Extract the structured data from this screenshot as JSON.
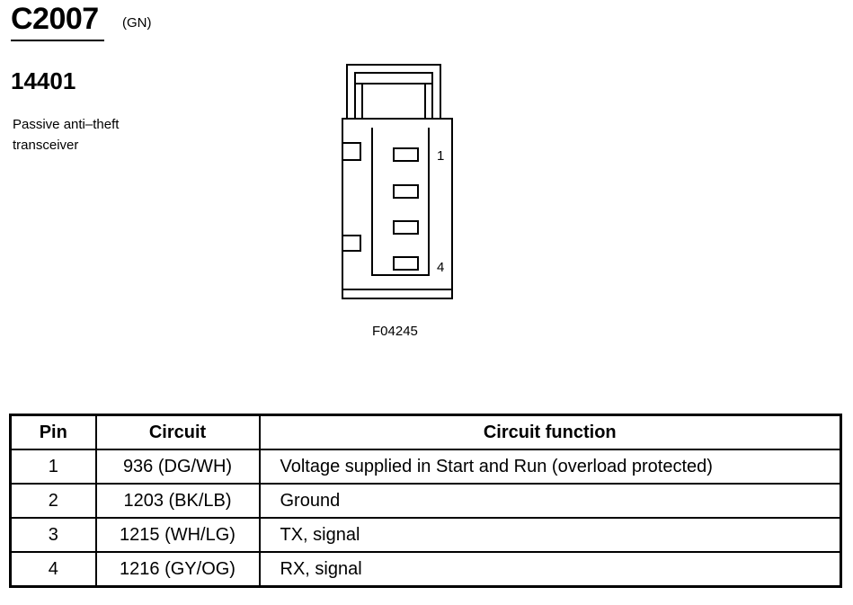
{
  "connector": {
    "id": "C2007",
    "color": "(GN)",
    "part_number": "14401",
    "description_line1": "Passive anti–theft",
    "description_line2": "transceiver",
    "figure_id": "F04245",
    "pin_label_first": "1",
    "pin_label_last": "4"
  },
  "table": {
    "headers": [
      "Pin",
      "Circuit",
      "Circuit function"
    ],
    "rows": [
      {
        "pin": "1",
        "circuit": "936 (DG/WH)",
        "function": "Voltage supplied in Start and Run (overload protected)"
      },
      {
        "pin": "2",
        "circuit": "1203 (BK/LB)",
        "function": "Ground"
      },
      {
        "pin": "3",
        "circuit": "1215 (WH/LG)",
        "function": "TX, signal"
      },
      {
        "pin": "4",
        "circuit": "1216 (GY/OG)",
        "function": "RX, signal"
      }
    ]
  }
}
